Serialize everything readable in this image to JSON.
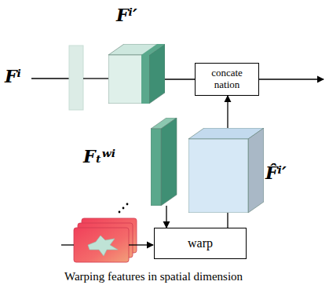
{
  "diagram": {
    "caption": "Warping features in spatial dimension",
    "nodes": [
      {
        "text": [
          "Fⁱ′"
        ]
      },
      {
        "text": [
          "concate nation"
        ]
      },
      {
        "text": [
          "Fₜʷⁱ"
        ]
      },
      {
        "text": [
          "F̂ⁱ′"
        ]
      },
      {
        "text": [
          "warp"
        ]
      }
    ],
    "edges": [
      {
        "from": 0,
        "to": 1,
        "arrow": "none"
      },
      {
        "from": 2,
        "to": 4,
        "arrow": "to"
      },
      {
        "from": 4,
        "to": 3,
        "arrow": "none"
      },
      {
        "from": 3,
        "to": 1,
        "arrow": "to"
      }
    ],
    "labels": [
      "Fⁱ"
    ]
  }
}
